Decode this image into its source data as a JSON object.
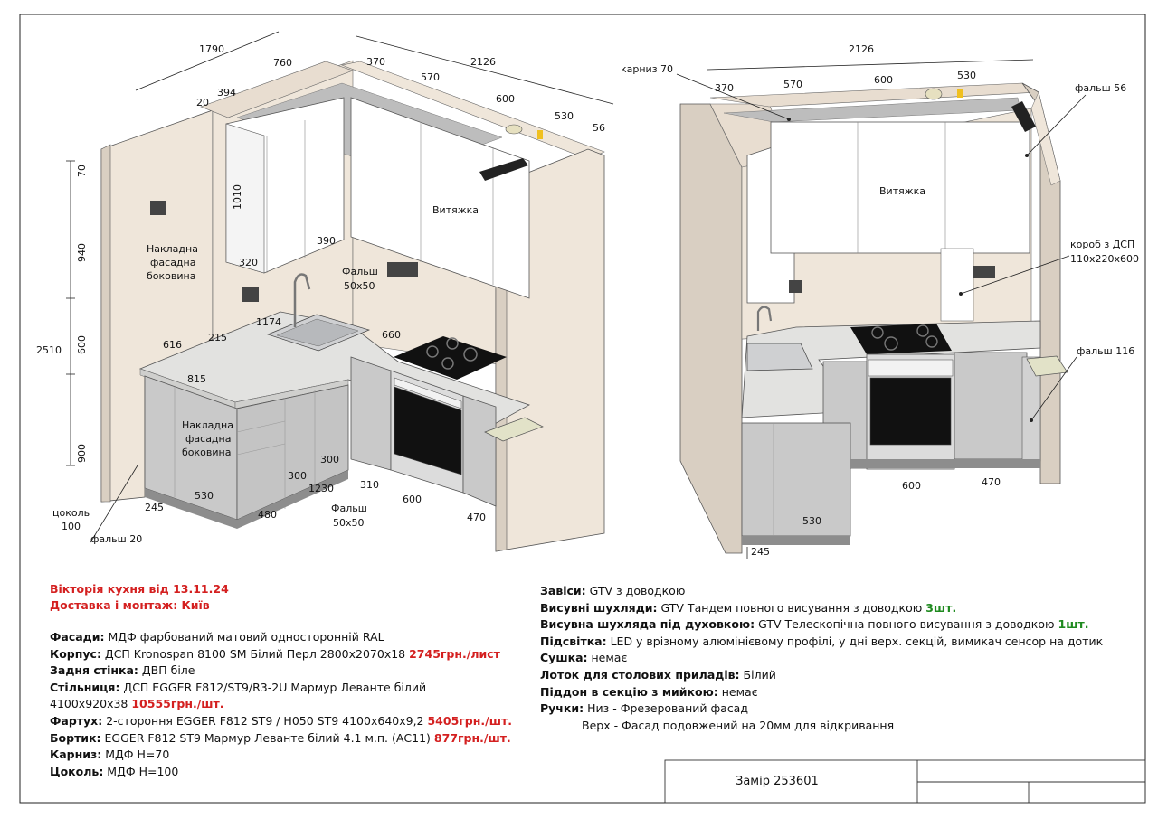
{
  "left_view": {
    "dims": {
      "d1790": "1790",
      "d760": "760",
      "d370": "370",
      "d570": "570",
      "d2126": "2126",
      "d600": "600",
      "d530": "530",
      "d56": "56",
      "d20": "20",
      "d394": "394",
      "d70": "70",
      "d1010": "1010",
      "d940": "940",
      "d2510": "2510",
      "d600v": "600",
      "d900": "900",
      "d320": "320",
      "d390": "390",
      "d1174": "1174",
      "d616": "616",
      "d215": "215",
      "d660": "660",
      "d815": "815",
      "d300a": "300",
      "d300b": "300",
      "d1230": "1230",
      "d530b": "530",
      "d245": "245",
      "d480": "480",
      "d310": "310",
      "d600b": "600",
      "d470": "470"
    },
    "labels": {
      "hood": "Витяжка",
      "side_panel_top_1": "Накладна",
      "side_panel_top_2": "фасадна",
      "side_panel_top_3": "боковина",
      "side_panel_bot_1": "Накладна",
      "side_panel_bot_2": "фасадна",
      "side_panel_bot_3": "боковина",
      "false_50_top_1": "Фальш",
      "false_50_top_2": "50х50",
      "false_50_bot_1": "Фальш",
      "false_50_bot_2": "50х50",
      "plinth_1": "цоколь",
      "plinth_2": "100",
      "false_20": "фальш 20"
    }
  },
  "right_view": {
    "dims": {
      "d2126": "2126",
      "d370": "370",
      "d570": "570",
      "d600": "600",
      "d530": "530",
      "d600b": "600",
      "d470": "470",
      "d530b": "530",
      "d245": "245"
    },
    "labels": {
      "cornice": "карниз 70",
      "false_56": "фальш 56",
      "hood": "Витяжка",
      "box_1": "короб з ДСП",
      "box_2": "110х220х600",
      "false_116": "фальш 116"
    }
  },
  "header": {
    "title": "Вікторія кухня від 13.11.24",
    "delivery": "Доставка і монтаж: Київ"
  },
  "specs_left": [
    {
      "key": "Фасади:",
      "text": " МДФ фарбований матовий односторонній RAL",
      "price": ""
    },
    {
      "key": "Корпус:",
      "text": " ДСП Kronospan 8100 SM Білий Перл 2800х2070х18 ",
      "price": "2745грн./лист"
    },
    {
      "key": "Задня стінка:",
      "text": " ДВП біле",
      "price": ""
    },
    {
      "key": "Стільниця:",
      "text": " ДСП EGGER F812/ST9/R3-2U Мармур Леванте білий",
      "price": ""
    },
    {
      "key": "",
      "text": "4100х920х38 ",
      "price": "10555грн./шт."
    },
    {
      "key": "Фартух:",
      "text": " 2-стороння EGGER F812 ST9 / H050 ST9 4100х640х9,2 ",
      "price": "5405грн./шт."
    },
    {
      "key": "Бортик:",
      "text": " EGGER F812 ST9 Мармур Леванте білий 4.1 м.п. (АС11) ",
      "price": "877грн./шт."
    },
    {
      "key": "Карниз:",
      "text": " МДФ Н=70",
      "price": ""
    },
    {
      "key": "Цоколь:",
      "text": " МДФ Н=100",
      "price": ""
    }
  ],
  "specs_right": [
    {
      "key": "Завіси:",
      "text": " GTV з доводкою",
      "qty": ""
    },
    {
      "key": "Висувні шухляди:",
      "text": " GTV Тандем повного висування з доводкою ",
      "qty": "3шт."
    },
    {
      "key": "Висувна шухляда під духовкою:",
      "text": " GTV Телескопічна повного висування з доводкою ",
      "qty": "1шт."
    },
    {
      "key": "Підсвітка:",
      "text": " LED у врізному алюмінієвому профілі, у дні верх. секцій, вимикач сенсор на дотик",
      "qty": ""
    },
    {
      "key": "Сушка:",
      "text": " немає",
      "qty": ""
    },
    {
      "key": "Лоток для столових приладів:",
      "text": " Білий",
      "qty": ""
    },
    {
      "key": "Піддон в секцію з мийкою:",
      "text": " немає",
      "qty": ""
    },
    {
      "key": "Ручки:",
      "text": " Низ - Фрезерований фасад",
      "qty": ""
    },
    {
      "key": "",
      "text": "Верх - Фасад подовжений на 20мм для відкривання",
      "qty": ""
    }
  ],
  "stamp": {
    "measure": "Замір 253601"
  },
  "colors": {
    "wall": "#efe6da",
    "wall_dark": "#d9cfc2",
    "cabinet_white": "#ffffff",
    "cabinet_grey": "#c9c9c9",
    "cabinet_grey_dark": "#a9a9a9",
    "worktop": "#e4e4e2",
    "accent_red": "#d42020",
    "accent_green": "#1f8a1f"
  }
}
